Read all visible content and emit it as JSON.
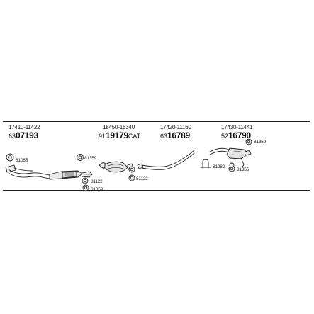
{
  "assemblies": [
    {
      "oem": "17410-11422",
      "prefix": "63",
      "main": "07193",
      "suffix": ""
    },
    {
      "oem": "18450-16340",
      "prefix": "91",
      "main": "19179",
      "suffix": "CAT"
    },
    {
      "oem": "17420-11160",
      "prefix": "63",
      "main": "16789",
      "suffix": ""
    },
    {
      "oem": "17430-11441",
      "prefix": "52",
      "main": "16790",
      "suffix": ""
    }
  ],
  "callouts": {
    "c1": "81065",
    "c2": "81359",
    "c3": "81122",
    "c4": "81359",
    "c5": "81122",
    "c6": "81359",
    "c7": "81982",
    "c8": "81356"
  },
  "icons": [
    "gasket-icon",
    "clamp-icon",
    "flange-icon"
  ]
}
